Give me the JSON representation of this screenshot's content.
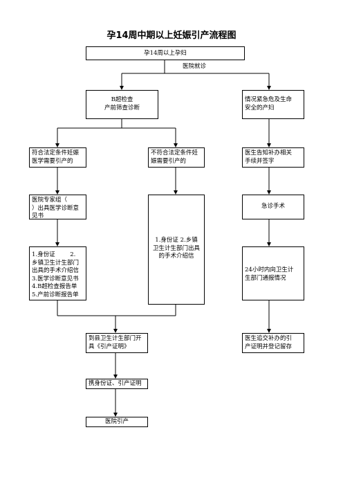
{
  "title": "孕14周中期以上妊娠引产流程图",
  "nodes": {
    "start": "孕14周以上孕妇",
    "hospital_visit": "医院就诊",
    "b_check": [
      "B超检查",
      "产前筛查诊断"
    ],
    "emergency": [
      "情况紧急危及生命",
      "安全的产妇"
    ],
    "legal_medical": [
      "符合法定条件妊娠",
      "医学需要引产的"
    ],
    "not_legal": [
      "不符合法定条件妊",
      "娠需要引产的"
    ],
    "doctor_inform": [
      "医生告知补办相关",
      "手续并签字"
    ],
    "expert_group": [
      "医院专家组（",
      "）出具医学诊断意",
      "见书"
    ],
    "emergency_surgery": "急诊手术",
    "docs_list": [
      "1.身份证        2.",
      "乡镇卫生计生部门",
      "出具的手术介绍信",
      "3.医学诊断意见书",
      "4.B超检查报告单",
      "5.产前诊断报告单"
    ],
    "id_letter": [
      "1.身份证 2.乡镇",
      "卫生计生部门出具",
      "的手术介绍信"
    ],
    "report_24h": [
      "24小时内向卫生计",
      "生部门通报情况"
    ],
    "county_cert": [
      "到县卫生计生部门开",
      "具《引产证明》"
    ],
    "hand_over": [
      "医生追交补办的引",
      "产证明并登记留存"
    ],
    "carry_docs": "携身份证、引产证明",
    "hospital_induction": "医院引产"
  }
}
